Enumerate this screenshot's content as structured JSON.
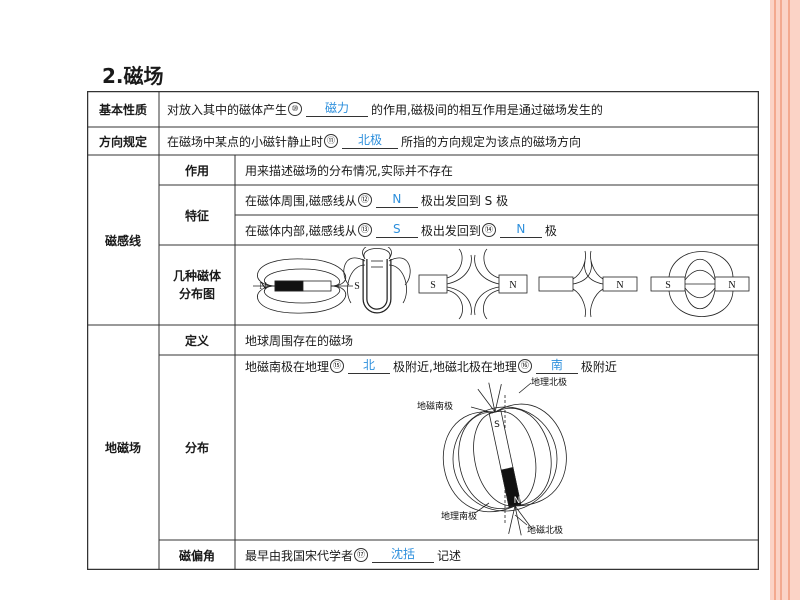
{
  "heading": "2.磁场",
  "rows": {
    "basic": {
      "label": "基本性质",
      "pre": "对放入其中的磁体产生",
      "num": "⑩",
      "answer": "磁力",
      "post": "的作用,磁极间的相互作用是通过磁场发生的"
    },
    "direction": {
      "label": "方向规定",
      "pre": "在磁场中某点的小磁针静止时",
      "num": "⑪",
      "answer": "北极",
      "post": "所指的方向规定为该点的磁场方向"
    },
    "field_lines": {
      "label": "磁感线",
      "use_label": "作用",
      "use_text": "用来描述磁场的分布情况,实际并不存在",
      "feature_label": "特征",
      "feature1": {
        "pre": "在磁体周围,磁感线从",
        "num": "⑫",
        "answer": "N",
        "post": "极出发回到 S 极"
      },
      "feature2": {
        "pre": "在磁体内部,磁感线从",
        "num": "⑬",
        "answer": "S",
        "mid": "极出发回到",
        "num2": "⑭",
        "answer2": "N",
        "post": "极"
      },
      "dist_label_1": "几种磁体",
      "dist_label_2": "分布图",
      "magnet_letters": [
        "N",
        "S",
        "S",
        "N",
        "N",
        "S",
        "N"
      ]
    },
    "geo": {
      "label": "地磁场",
      "def_label": "定义",
      "def_text": "地球周围存在的磁场",
      "dist_label": "分布",
      "dist": {
        "pre": "地磁南极在地理",
        "num": "⑮",
        "answer": "北",
        "mid": "极附近,地磁北极在地理",
        "num2": "⑯",
        "answer2": "南",
        "post": "极附近"
      },
      "fig_labels": {
        "geo_north": "地理北极",
        "mag_south": "地磁南极",
        "geo_south": "地理南极",
        "mag_north": "地磁北极",
        "bar_s": "S",
        "bar_n": "N"
      },
      "decl_label": "磁偏角",
      "decl": {
        "pre": "最早由我国宋代学者",
        "num": "⑰",
        "answer": "沈括",
        "post": "记述"
      }
    }
  }
}
